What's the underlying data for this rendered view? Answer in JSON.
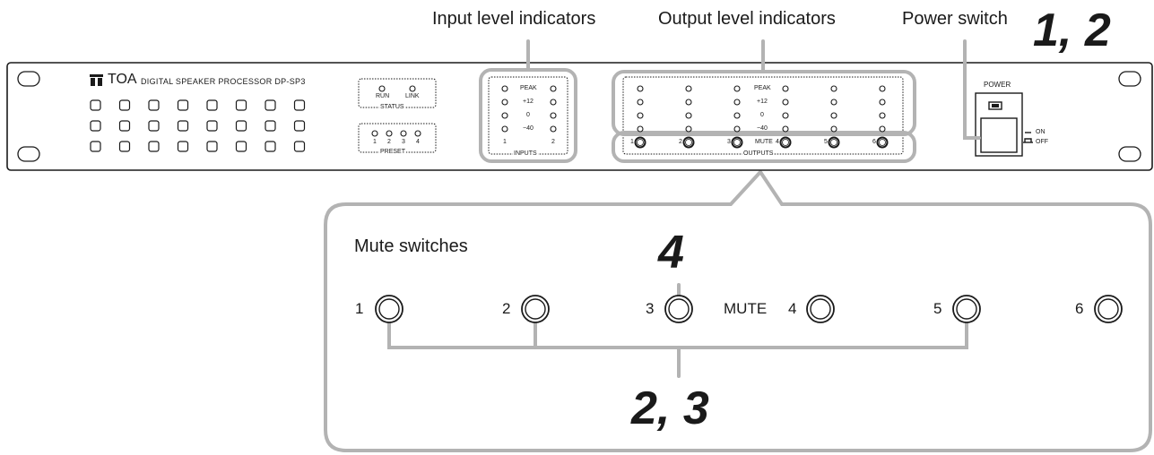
{
  "callouts": {
    "input_level": "Input level indicators",
    "output_level": "Output level indicators",
    "power_switch": "Power switch",
    "mute_switches": "Mute switches"
  },
  "steps": {
    "power": "1, 2",
    "mute_3": "4",
    "mutes_125": "2, 3"
  },
  "device": {
    "logo": "TOA",
    "model_name": "DIGITAL SPEAKER PROCESSOR DP-SP3",
    "status": {
      "label": "STATUS",
      "run": "RUN",
      "link": "LINK"
    },
    "preset": {
      "label": "PRESET",
      "numbers": [
        "1",
        "2",
        "3",
        "4"
      ]
    },
    "inputs": {
      "label": "INPUTS",
      "levels": [
        "PEAK",
        "+12",
        "0",
        "−40"
      ],
      "channels": [
        "1",
        "2"
      ]
    },
    "outputs": {
      "label": "OUTPUTS",
      "levels": [
        "PEAK",
        "+12",
        "0",
        "−40"
      ],
      "mute_label": "MUTE",
      "channels": [
        "1",
        "2",
        "3",
        "4",
        "5",
        "6"
      ]
    },
    "power": {
      "label": "POWER",
      "on": "ON",
      "off": "OFF"
    }
  },
  "mute_detail": {
    "label": "MUTE",
    "channels": [
      "1",
      "2",
      "3",
      "4",
      "5",
      "6"
    ]
  },
  "colors": {
    "outline": "#1a1a1a",
    "highlight": "#b3b3b3"
  }
}
